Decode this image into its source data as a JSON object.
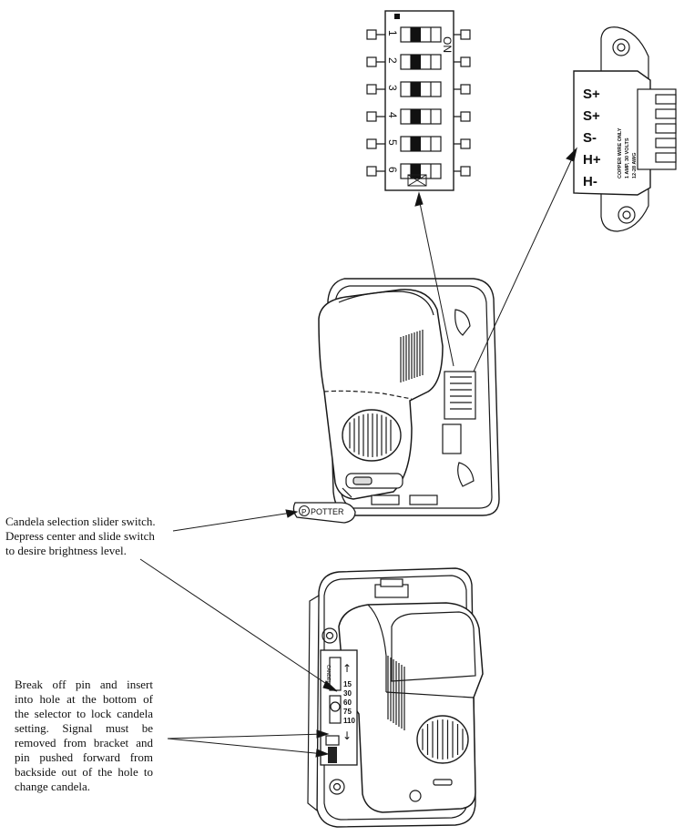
{
  "dip_switch": {
    "on_label": "ON",
    "positions": [
      "1",
      "2",
      "3",
      "4",
      "5",
      "6"
    ]
  },
  "terminal_block": {
    "labels": [
      "S+",
      "S+",
      "S-",
      "H+",
      "H-"
    ],
    "fine_print": [
      "COPPER WIRE ONLY",
      "1 AMP, 30 VOLTS",
      "12-28 AWG"
    ]
  },
  "slider_key": {
    "brand": "POTTER",
    "logo_letter": "P"
  },
  "candela_scale": {
    "values": [
      "15",
      "30",
      "60",
      "75",
      "110"
    ],
    "side_text": "CANDELA"
  },
  "callouts": {
    "slider_switch": [
      "Candela selection slider switch.",
      "Depress center and slide switch",
      "to desire brightness level."
    ],
    "break_off_pin": [
      "Break off pin and insert",
      "into hole at the bottom of",
      "the selector to lock candela",
      "setting. Signal must be",
      "removed from bracket and",
      "pin pushed forward from",
      "backside out of the hole to",
      "change candela."
    ]
  }
}
